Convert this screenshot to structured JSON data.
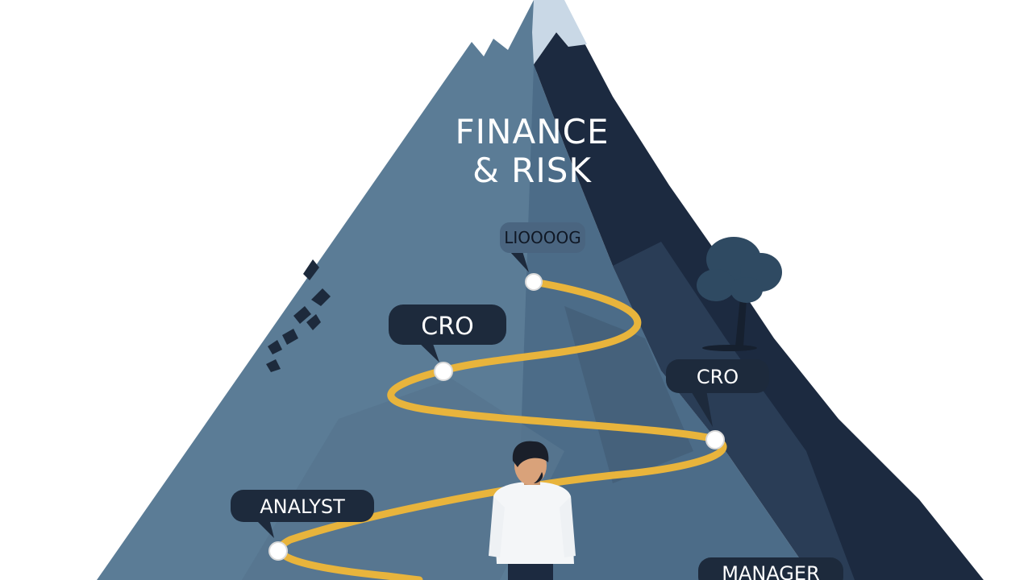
{
  "title": {
    "line1": "FINANCE",
    "line2": "& RISK"
  },
  "milestones": {
    "top_label": "LIOOOOG",
    "cro_left_label": "CRO",
    "cro_right_label": "CRO",
    "analyst_label": "ANALYST",
    "manager_label": "MANAGER"
  },
  "colors": {
    "sky": "#ffffff",
    "mountain_light": "#5b7c96",
    "mountain_mid": "#4a6a85",
    "mountain_dark": "#1c2a40",
    "snow": "#c9d8e6",
    "path": "#e8b43c",
    "bubble": "#1d2a3c",
    "shirt": "#f4f6f8"
  },
  "icons": [
    "tree-icon",
    "birds-icon",
    "person-figure"
  ]
}
